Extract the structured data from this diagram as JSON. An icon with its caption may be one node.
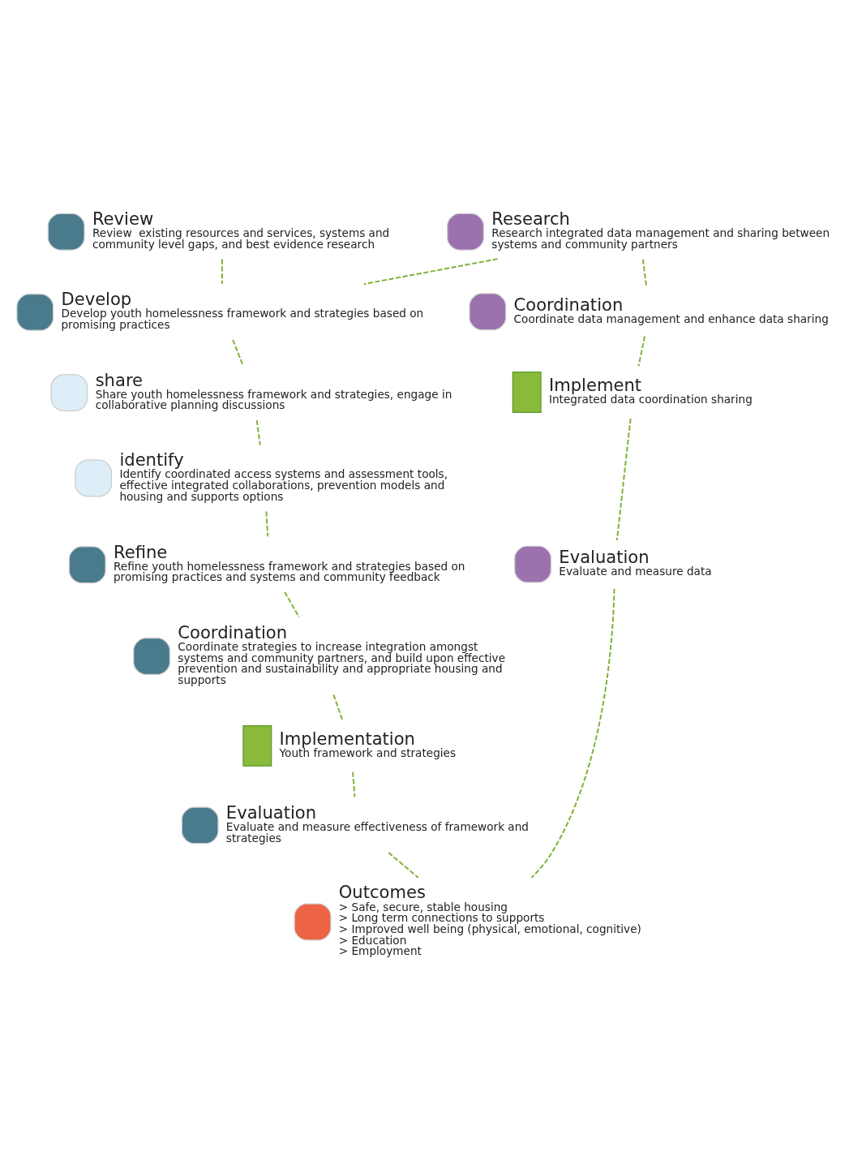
{
  "diagram": {
    "nodes": [
      {
        "text": [
          "Review",
          "Review  existing resources and services, systems and community level gaps, and best evidence research"
        ]
      },
      {
        "text": [
          "Research",
          "Research integrated data management and sharing between systems and community partners"
        ]
      },
      {
        "text": [
          "Coordination",
          "Coordinate data management and enhance data sharing"
        ]
      },
      {
        "text": [
          "Develop",
          "Develop youth homelessness framework and strategies based on promising practices"
        ]
      },
      {
        "text": [
          "Implement",
          "Integrated data coordination sharing"
        ]
      },
      {
        "text": [
          "share",
          "Share youth homelessness framework and strategies, engage in collaborative planning discussions"
        ]
      },
      {
        "text": [
          "identify",
          "Identify coordinated access systems and assessment tools, effective integrated collaborations, prevention models and housing and supports options"
        ]
      },
      {
        "text": [
          "Refine",
          "Refine youth homelessness framework and strategies based on promising practices and systems and community feedback"
        ]
      },
      {
        "text": [
          "Coordination",
          "Coordinate strategies to increase integration amongst systems and community partners, and build upon effective prevention and sustainability and appropriate housing and supports"
        ]
      },
      {
        "text": [
          "Implementation",
          "Youth framework and strategies"
        ]
      },
      {
        "text": [
          "Evaluation",
          "Evaluate and measure effectiveness of framework and strategies"
        ]
      },
      {
        "text": [
          "Evaluation",
          "Evaluate and measure data"
        ]
      },
      {
        "text": [
          "Outcomes",
          "> Safe, secure, stable housing",
          "> Long term connections to supports",
          "> Improved well being (physical, emotional, cognitive)",
          "> Education",
          "> Employment"
        ]
      }
    ],
    "edges": [
      {
        "from": 0,
        "to": 3,
        "arrow": "none",
        "style": "dashed"
      },
      {
        "from": 1,
        "to": 3,
        "arrow": "none",
        "style": "dashed"
      },
      {
        "from": 1,
        "to": 2,
        "arrow": "none",
        "style": "dashed"
      },
      {
        "from": 2,
        "to": 4,
        "arrow": "none",
        "style": "dashed"
      },
      {
        "from": 3,
        "to": 5,
        "arrow": "none",
        "style": "dashed"
      },
      {
        "from": 5,
        "to": 6,
        "arrow": "none",
        "style": "dashed"
      },
      {
        "from": 6,
        "to": 7,
        "arrow": "none",
        "style": "dashed"
      },
      {
        "from": 7,
        "to": 8,
        "arrow": "none",
        "style": "dashed"
      },
      {
        "from": 8,
        "to": 9,
        "arrow": "none",
        "style": "dashed"
      },
      {
        "from": 9,
        "to": 10,
        "arrow": "none",
        "style": "dashed"
      },
      {
        "from": 4,
        "to": 11,
        "arrow": "none",
        "style": "dashed"
      },
      {
        "from": 10,
        "to": 12,
        "arrow": "none",
        "style": "dashed"
      },
      {
        "from": 11,
        "to": 12,
        "arrow": "none",
        "style": "dashed"
      }
    ]
  }
}
